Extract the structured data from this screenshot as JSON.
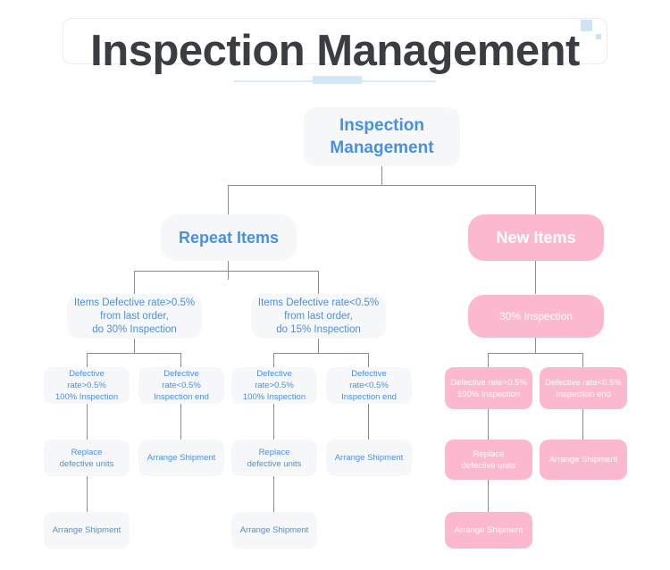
{
  "header": {
    "title": "Inspection Management",
    "decor": {
      "square_large": "decor-square",
      "square_small": "decor-square"
    },
    "accent_color": "#d8eaf6"
  },
  "theme": {
    "blue_node_bg": "#f6f7f8",
    "blue_node_text": "#4a90e2",
    "pink_node_bg": "#fcb8cf",
    "pink_node_text": "#ffffff",
    "connector_color": "#8c8c8c",
    "title_color": "#3a3d42"
  },
  "diagram": {
    "root": {
      "label": "Inspection\nManagement",
      "line1": "Inspection",
      "line2": "Management"
    },
    "branches": [
      {
        "label": "Repeat Items",
        "style": "blue"
      },
      {
        "label": "New Items",
        "style": "pink"
      }
    ],
    "repeat_rules": [
      {
        "line1": "Items Defective rate>0.5%",
        "line2": "from last order,",
        "line3": "do 30% Inspection"
      },
      {
        "line1": "Items Defective rate<0.5%",
        "line2": "from last order,",
        "line3": "do 15% Inspection"
      }
    ],
    "new_rule": {
      "label": "30% Inspection"
    },
    "outcomes": {
      "positive": {
        "line1": "Defective rate>0.5%",
        "line2": "100% Inspection"
      },
      "negative": {
        "line1": "Defective rate<0.5%",
        "line2": "Inspection end"
      }
    },
    "actions": {
      "replace": {
        "line1": "Replace",
        "line2": "defective units"
      },
      "arrange": {
        "label": "Arrange Shipment"
      }
    }
  }
}
